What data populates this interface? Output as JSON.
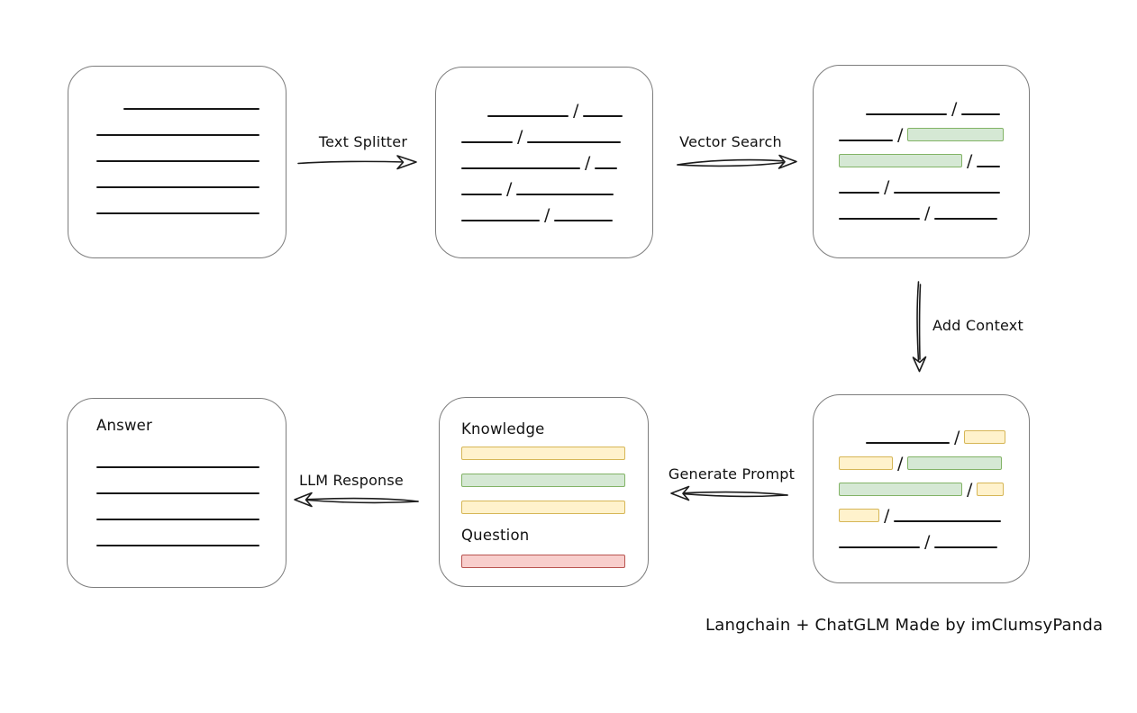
{
  "colors": {
    "chunk_green_fill": "#d5e8d4",
    "chunk_green_border": "#82b366",
    "chunk_yellow_fill": "#fff2cc",
    "chunk_yellow_border": "#d6b656",
    "chunk_red_fill": "#f8cecc",
    "chunk_red_border": "#b85450",
    "text_line": "#161616",
    "node_border": "#7d7d7d",
    "background": "#ffffff"
  },
  "diagram": {
    "slash": "/",
    "caption": "Langchain + ChatGLM Made by imClumsyPanda",
    "arrows": {
      "text_splitter": "Text Splitter",
      "vector_search": "Vector Search",
      "add_context": "Add Context",
      "generate_prompt": "Generate Prompt",
      "llm_response": "LLM Response"
    },
    "document_node": {
      "rows": [
        {
          "indent": 61,
          "segments": [
            {
              "t": "line",
              "w": 151
            }
          ]
        },
        {
          "indent": 31,
          "segments": [
            {
              "t": "line",
              "w": 181
            }
          ]
        },
        {
          "indent": 31,
          "segments": [
            {
              "t": "line",
              "w": 181
            }
          ]
        },
        {
          "indent": 31,
          "segments": [
            {
              "t": "line",
              "w": 181
            }
          ]
        },
        {
          "indent": 31,
          "segments": [
            {
              "t": "line",
              "w": 181
            }
          ]
        }
      ]
    },
    "chunks_node": {
      "rows": [
        {
          "indent": 57,
          "segments": [
            {
              "t": "line",
              "w": 90
            },
            {
              "t": "slash"
            },
            {
              "t": "line",
              "w": 44
            }
          ]
        },
        {
          "indent": 28,
          "segments": [
            {
              "t": "line",
              "w": 57
            },
            {
              "t": "slash"
            },
            {
              "t": "line",
              "w": 104
            }
          ]
        },
        {
          "indent": 28,
          "segments": [
            {
              "t": "line",
              "w": 132
            },
            {
              "t": "slash"
            },
            {
              "t": "line",
              "w": 25
            }
          ]
        },
        {
          "indent": 28,
          "segments": [
            {
              "t": "line",
              "w": 45
            },
            {
              "t": "slash"
            },
            {
              "t": "line",
              "w": 108
            }
          ]
        },
        {
          "indent": 28,
          "segments": [
            {
              "t": "line",
              "w": 87
            },
            {
              "t": "slash"
            },
            {
              "t": "line",
              "w": 65
            }
          ]
        }
      ]
    },
    "retrieved_node": {
      "rows": [
        {
          "indent": 58,
          "segments": [
            {
              "t": "line",
              "w": 90
            },
            {
              "t": "slash"
            },
            {
              "t": "line",
              "w": 43
            }
          ]
        },
        {
          "indent": 28,
          "segments": [
            {
              "t": "line",
              "w": 60
            },
            {
              "t": "slash"
            },
            {
              "t": "green",
              "w": 107
            }
          ]
        },
        {
          "indent": 28,
          "segments": [
            {
              "t": "green",
              "w": 137
            },
            {
              "t": "slash"
            },
            {
              "t": "line",
              "w": 26
            }
          ]
        },
        {
          "indent": 28,
          "segments": [
            {
              "t": "line",
              "w": 45
            },
            {
              "t": "slash"
            },
            {
              "t": "line",
              "w": 118
            }
          ]
        },
        {
          "indent": 28,
          "segments": [
            {
              "t": "line",
              "w": 90
            },
            {
              "t": "slash"
            },
            {
              "t": "line",
              "w": 70
            }
          ]
        }
      ]
    },
    "context_node": {
      "rows": [
        {
          "indent": 58,
          "segments": [
            {
              "t": "line",
              "w": 93
            },
            {
              "t": "slash"
            },
            {
              "t": "yellow",
              "w": 46
            }
          ]
        },
        {
          "indent": 28,
          "segments": [
            {
              "t": "yellow",
              "w": 60
            },
            {
              "t": "slash"
            },
            {
              "t": "green",
              "w": 105
            }
          ]
        },
        {
          "indent": 28,
          "segments": [
            {
              "t": "green",
              "w": 137
            },
            {
              "t": "slash"
            },
            {
              "t": "yellow",
              "w": 30
            }
          ]
        },
        {
          "indent": 28,
          "segments": [
            {
              "t": "yellow",
              "w": 45
            },
            {
              "t": "slash"
            },
            {
              "t": "line",
              "w": 119
            }
          ]
        },
        {
          "indent": 28,
          "segments": [
            {
              "t": "line",
              "w": 90
            },
            {
              "t": "slash"
            },
            {
              "t": "line",
              "w": 70
            }
          ]
        }
      ]
    },
    "prompt_node": {
      "knowledge_label": "Knowledge",
      "knowledge_bars": [
        "yellow",
        "green",
        "yellow"
      ],
      "question_label": "Question",
      "question_bars": [
        "red"
      ]
    },
    "answer_node": {
      "label": "Answer",
      "rows": [
        {
          "indent": 0,
          "segments": [
            {
              "t": "line",
              "w": 181
            }
          ]
        },
        {
          "indent": 0,
          "segments": [
            {
              "t": "line",
              "w": 181
            }
          ]
        },
        {
          "indent": 0,
          "segments": [
            {
              "t": "line",
              "w": 181
            }
          ]
        },
        {
          "indent": 0,
          "segments": [
            {
              "t": "line",
              "w": 181
            }
          ]
        }
      ]
    }
  }
}
